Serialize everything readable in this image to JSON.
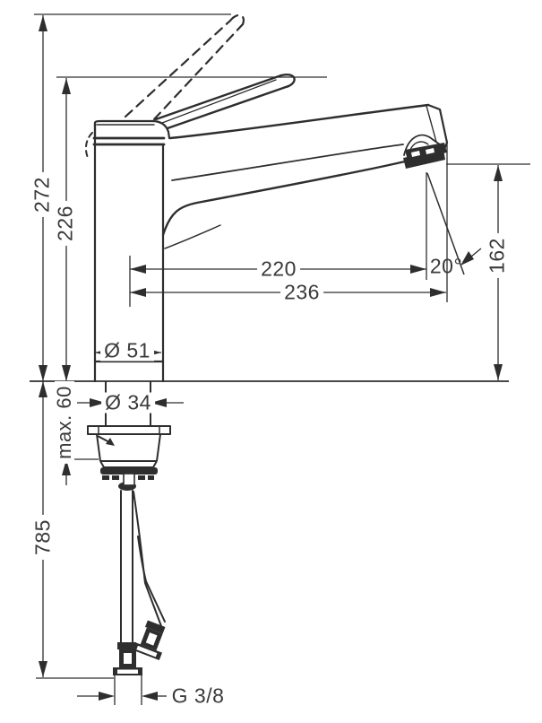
{
  "drawing": {
    "type": "technical-dimension-drawing",
    "subject": "single-lever kitchen mixer tap, side view with mounting shank and supply hoses",
    "colors": {
      "line": "#2e2e2e",
      "background": "#ffffff",
      "text": "#3a3a3a"
    },
    "dimensions": {
      "height_handle_open": "272",
      "height_handle_closed": "226",
      "spout_reach": "220",
      "tip_reach": "236",
      "outlet_height": "162",
      "outlet_angle": "20°",
      "body_diameter": "Ø 51",
      "shank_diameter": "Ø 34",
      "max_counter_thickness": "max. 60",
      "hose_length": "785",
      "connection_thread": "G 3/8"
    }
  }
}
